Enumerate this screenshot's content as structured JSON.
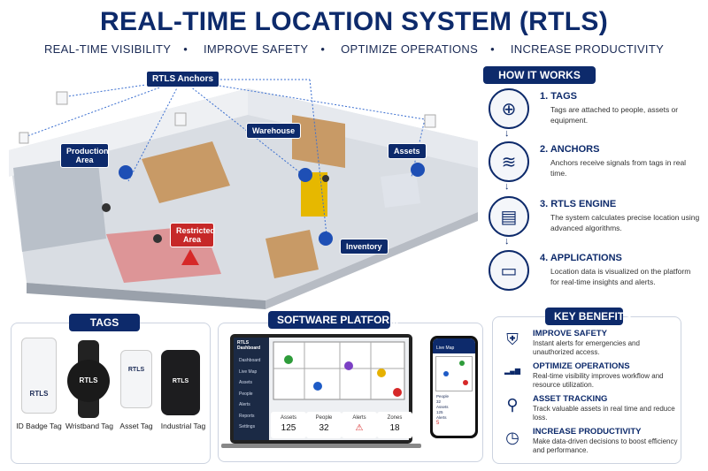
{
  "title": "REAL-TIME LOCATION SYSTEM (RTLS)",
  "subtitle": [
    "REAL-TIME VISIBILITY",
    "IMPROVE SAFETY",
    "OPTIMIZE OPERATIONS",
    "INCREASE PRODUCTIVITY"
  ],
  "scene": {
    "anchors": "RTLS Anchors",
    "production": "Production Area",
    "warehouse": "Warehouse",
    "assets": "Assets",
    "restricted": "Restricted Area",
    "inventory": "Inventory"
  },
  "how": {
    "title": "HOW IT WORKS",
    "steps": [
      {
        "h": "1. TAGS",
        "t": "Tags are attached to people, assets or equipment."
      },
      {
        "h": "2. ANCHORS",
        "t": "Anchors receive signals from tags in real time."
      },
      {
        "h": "3. RTLS ENGINE",
        "t": "The system calculates precise location using advanced algorithms."
      },
      {
        "h": "4. APPLICATIONS",
        "t": "Location data is visualized on the platform for real-time insights and alerts."
      }
    ]
  },
  "tags": {
    "title": "TAGS",
    "brand": "RTLS",
    "items": [
      "ID Badge Tag",
      "Wristband Tag",
      "Asset Tag",
      "Industrial Tag"
    ]
  },
  "software": {
    "title": "SOFTWARE PLATFORM",
    "dash_title": "RTLS Dashboard",
    "nav": [
      "Dashboard",
      "Live Map",
      "Assets",
      "People",
      "Alerts",
      "Reports",
      "Settings"
    ],
    "stats": [
      {
        "k": "Assets",
        "v": "125"
      },
      {
        "k": "People",
        "v": "32"
      },
      {
        "k": "Alerts",
        "v": "⚠"
      },
      {
        "k": "Zones",
        "v": "18"
      }
    ],
    "phone": {
      "title": "Live Map",
      "rows": [
        {
          "k": "People",
          "v": "32"
        },
        {
          "k": "Assets",
          "v": "125"
        },
        {
          "k": "Alerts",
          "v": "5"
        }
      ]
    }
  },
  "benefits": {
    "title": "KEY BENEFITS",
    "items": [
      {
        "h": "IMPROVE SAFETY",
        "t": "Instant alerts for emergencies and unauthorized access."
      },
      {
        "h": "OPTIMIZE OPERATIONS",
        "t": "Real-time visibility improves workflow and resource utilization."
      },
      {
        "h": "ASSET TRACKING",
        "t": "Track valuable assets in real time and reduce loss."
      },
      {
        "h": "INCREASE PRODUCTIVITY",
        "t": "Make data-driven decisions to boost efficiency and performance."
      }
    ]
  },
  "colors": {
    "navy": "#0d2a6b",
    "alert": "#d62828"
  }
}
